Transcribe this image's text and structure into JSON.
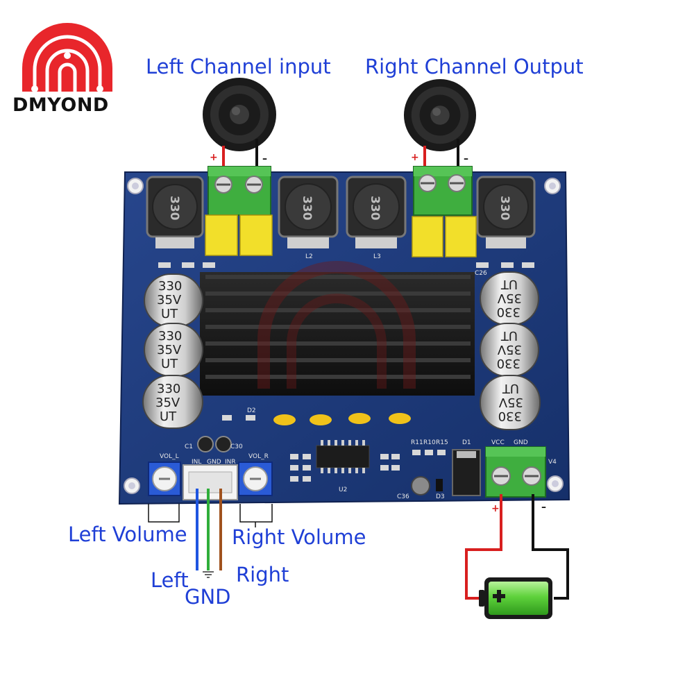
{
  "brand": {
    "logo_text": "DMYOND",
    "logo_color": "#e8262b"
  },
  "labels": {
    "left_channel_input": "Left Channel input",
    "right_channel_output": "Right Channel Output",
    "left_volume": "Left Volume",
    "right_volume": "Right Volume",
    "left": "Left",
    "gnd": "GND",
    "right": "Right"
  },
  "polarity": {
    "plus": "+",
    "minus": "–"
  },
  "board": {
    "inductor_value": "330",
    "capacitor_lines": [
      "330",
      "35V",
      "UT"
    ],
    "silkscreen": {
      "vol_l": "VOL_L",
      "vol_r": "VOL_R",
      "in_l": "INL",
      "gnd": "GND",
      "in_r": "INR",
      "vcc": "VCC",
      "gnd_power": "GND",
      "c1": "C1",
      "c30": "C30",
      "d1": "D1",
      "d2": "D2",
      "d3": "D3",
      "u2": "U2",
      "r11": "R11",
      "r10": "R10",
      "r15": "R15",
      "v4": "V4",
      "l2": "L2",
      "l3": "L3",
      "c26": "C26",
      "c36": "C36"
    }
  },
  "colors": {
    "label_blue": "#1f3fd6",
    "pcb_blue": "#1d3a7a",
    "terminal_green": "#3fae3f",
    "wire_red": "#d81f1f",
    "wire_black": "#111111",
    "wire_blue": "#1f55e0",
    "wire_green": "#2fae3a",
    "wire_brown": "#a0521e",
    "battery_green": "#5fd23c"
  }
}
